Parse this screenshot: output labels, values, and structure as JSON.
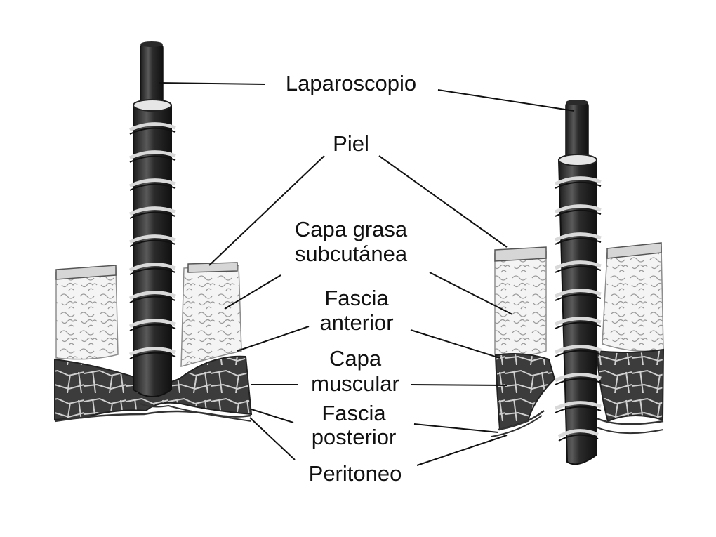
{
  "labels": {
    "laparoscope": "Laparoscopio",
    "skin": "Piel",
    "fat_1": "Capa grasa",
    "fat_2": "subcutánea",
    "anterior_fascia_1": "Fascia",
    "anterior_fascia_2": "anterior",
    "muscle_1": "Capa",
    "muscle_2": "muscular",
    "posterior_fascia_1": "Fascia",
    "posterior_fascia_2": "posterior",
    "peritoneum": "Peritoneo"
  },
  "colors": {
    "ink": "#111111",
    "muscle": "#3a3a3a",
    "fat_fill": "#f2f2f2",
    "skin": "#d8d8d8",
    "sheath": "#2b2b2b"
  }
}
